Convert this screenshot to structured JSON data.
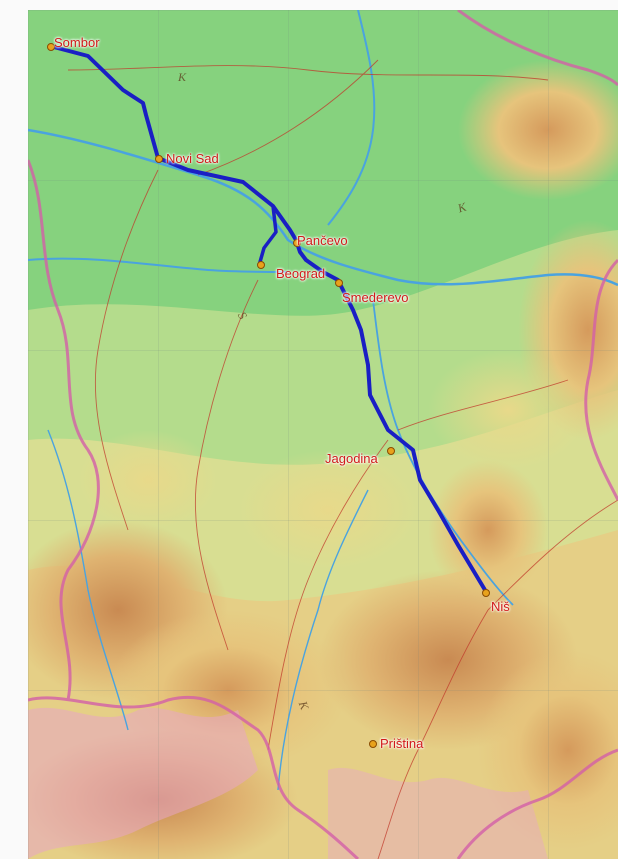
{
  "map": {
    "route_color": "#1a1fc4",
    "border_color": "#d35fa8",
    "land_colors": [
      "#7fcf7a",
      "#a9d98a",
      "#e3e08f",
      "#e9c27a",
      "#cf9a5d"
    ],
    "cities": [
      {
        "id": "sombor",
        "label": "Sombor"
      },
      {
        "id": "novi-sad",
        "label": "Novi Sad"
      },
      {
        "id": "pancevo",
        "label": "Pančevo"
      },
      {
        "id": "beograd",
        "label": "Beograd"
      },
      {
        "id": "smederevo",
        "label": "Smederevo"
      },
      {
        "id": "jagodina",
        "label": "Jagodina"
      },
      {
        "id": "nis",
        "label": "Niš"
      },
      {
        "id": "pristina",
        "label": "Priština"
      }
    ]
  }
}
